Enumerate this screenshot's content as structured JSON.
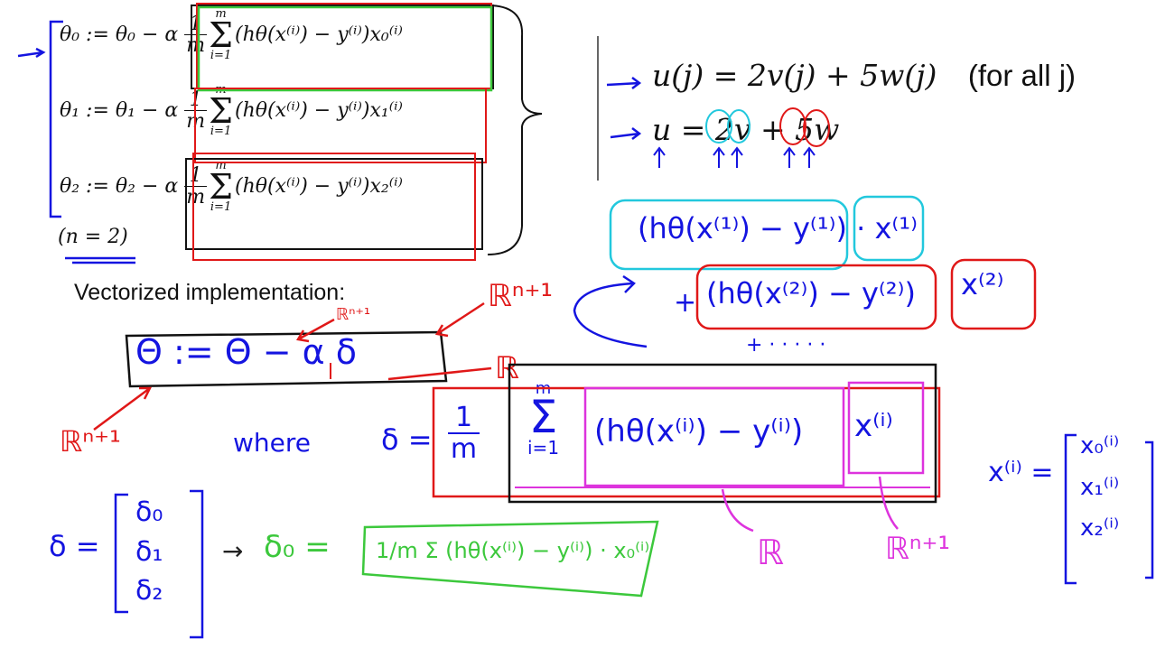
{
  "update_rules": [
    {
      "lhs": "θ₀ := θ₀ − α",
      "frac_num": "1",
      "frac_den": "m",
      "sum_top": "m",
      "sum_bottom": "i=1",
      "term": "(hθ(x⁽ⁱ⁾) − y⁽ⁱ⁾)x₀⁽ⁱ⁾"
    },
    {
      "lhs": "θ₁ := θ₁ − α",
      "frac_num": "1",
      "frac_den": "m",
      "sum_top": "m",
      "sum_bottom": "i=1",
      "term": "(hθ(x⁽ⁱ⁾) − y⁽ⁱ⁾)x₁⁽ⁱ⁾"
    },
    {
      "lhs": "θ₂ := θ₂ − α",
      "frac_num": "1",
      "frac_den": "m",
      "sum_top": "m",
      "sum_bottom": "i=1",
      "term": "(hθ(x⁽ⁱ⁾) − y⁽ⁱ⁾)x₂⁽ⁱ⁾"
    }
  ],
  "n_note": "(n = 2)",
  "vectorized_label": "Vectorized implementation:",
  "right_panel": {
    "eq1": "u(j) = 2v(j) + 5w(j)",
    "eq1_suffix": "(for all j)",
    "eq2": "u = 2v + 5w"
  },
  "handwriting": {
    "vec_update": "Θ := Θ − α δ",
    "rn1_a": "ℝⁿ⁺¹",
    "rn1_b": "ℝⁿ⁺¹",
    "rn1_c": "ℝⁿ⁺¹",
    "r_a": "ℝ",
    "where": "where",
    "delta_def_lhs": "δ =",
    "delta_frac_num": "1",
    "delta_frac_den": "m",
    "delta_sum_top": "m",
    "delta_sum_bottom": "i=1",
    "delta_term": "(hθ(x⁽ⁱ⁾) − y⁽ⁱ⁾)",
    "delta_x": "x⁽ⁱ⁾",
    "r_under": "ℝ",
    "rn1_under": "ℝⁿ⁺¹",
    "expand_1": "(hθ(x⁽¹⁾) − y⁽¹⁾) · x⁽¹⁾",
    "expand_2_plus": "+",
    "expand_2": "(hθ(x⁽²⁾) − y⁽²⁾)",
    "expand_2_x": "x⁽²⁾",
    "expand_3": "+ · · · · ·",
    "delta_vec_lhs": "δ =",
    "delta_vec": [
      "δ₀",
      "δ₁",
      "δ₂"
    ],
    "arrow": "→",
    "delta0_lhs": "δ₀ =",
    "delta0_rhs": "1/m Σ (hθ(x⁽ⁱ⁾) − y⁽ⁱ⁾) · x₀⁽ⁱ⁾",
    "xi_lhs": "x⁽ⁱ⁾ =",
    "xi_vec": [
      "x₀⁽ⁱ⁾",
      "x₁⁽ⁱ⁾",
      "x₂⁽ⁱ⁾"
    ]
  }
}
